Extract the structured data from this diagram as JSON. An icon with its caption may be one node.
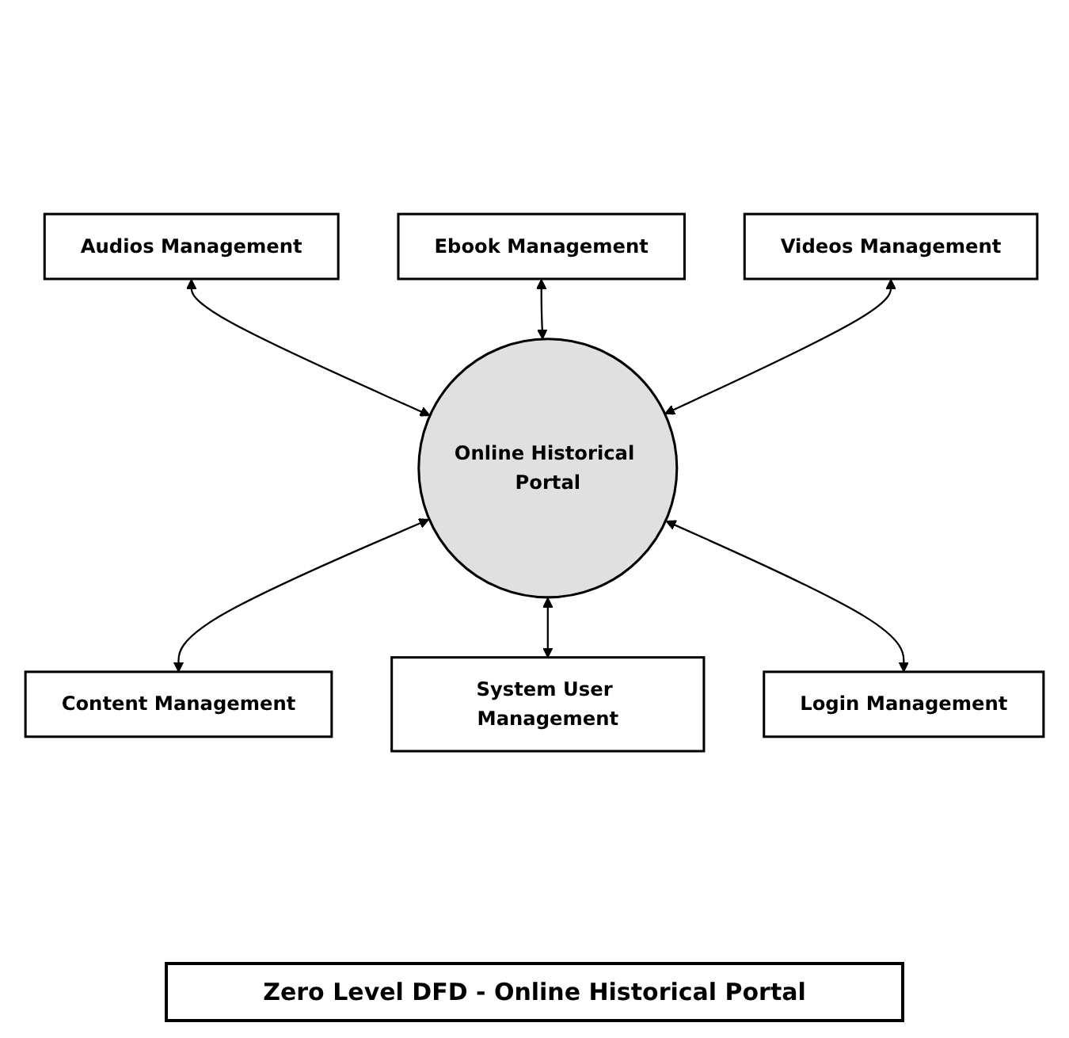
{
  "diagram": {
    "title": "Zero Level DFD - Online Historical Portal",
    "nodes": [
      {
        "text": [
          "Audios Management"
        ]
      },
      {
        "text": [
          "Ebook Management"
        ]
      },
      {
        "text": [
          "Videos Management"
        ]
      },
      {
        "text": [
          "Online Historical Portal"
        ]
      },
      {
        "text": [
          "Content Management"
        ]
      },
      {
        "text": [
          "System User Management"
        ]
      },
      {
        "text": [
          "Login Management"
        ]
      }
    ],
    "edges": [
      {
        "from": 0,
        "to": 3,
        "arrow": "both"
      },
      {
        "from": 1,
        "to": 3,
        "arrow": "both"
      },
      {
        "from": 2,
        "to": 3,
        "arrow": "both"
      },
      {
        "from": 3,
        "to": 4,
        "arrow": "both"
      },
      {
        "from": 3,
        "to": 5,
        "arrow": "both"
      },
      {
        "from": 3,
        "to": 6,
        "arrow": "both"
      }
    ]
  }
}
